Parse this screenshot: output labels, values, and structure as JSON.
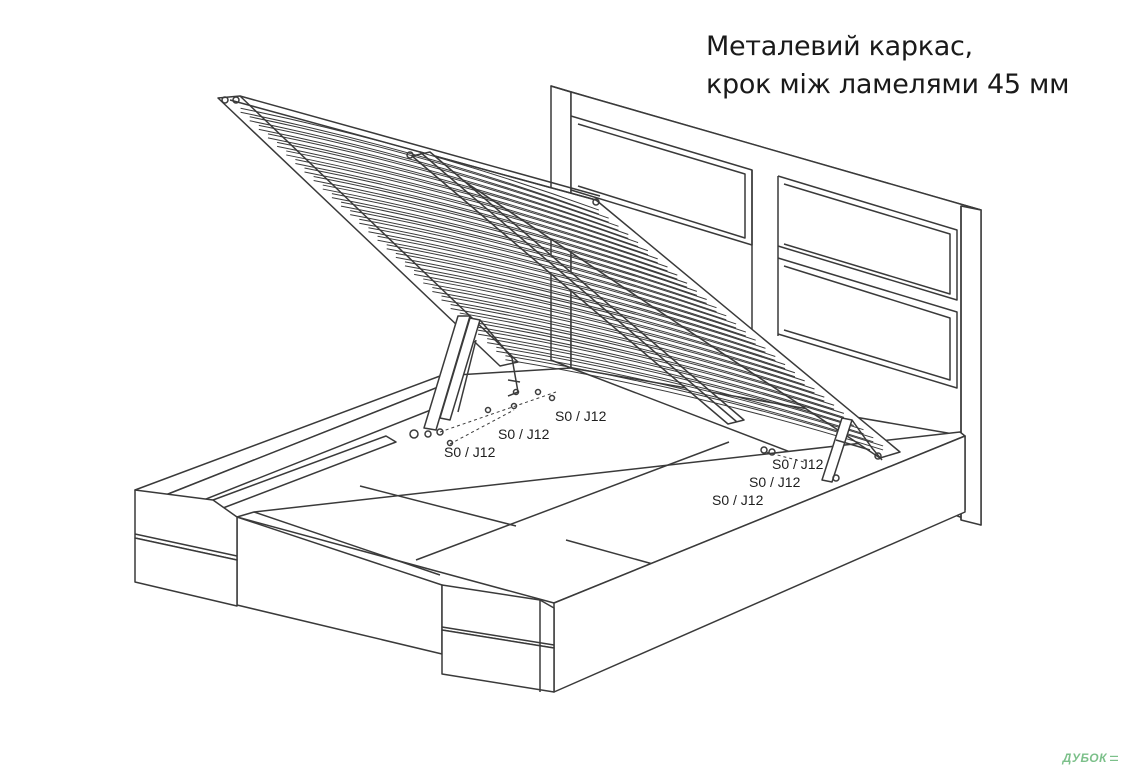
{
  "caption": {
    "line1": "Металевий каркас,",
    "line2": "крок між ламелями 45 мм"
  },
  "fastener_labels": [
    "S0 / J12",
    "S0 / J12",
    "S0 / J12",
    "S0 / J12",
    "S0 / J12",
    "S0 / J12"
  ],
  "logo": {
    "text": "ДУБОК"
  },
  "colors": {
    "line": "#3a3a3a",
    "logo": "#7cc08a"
  }
}
